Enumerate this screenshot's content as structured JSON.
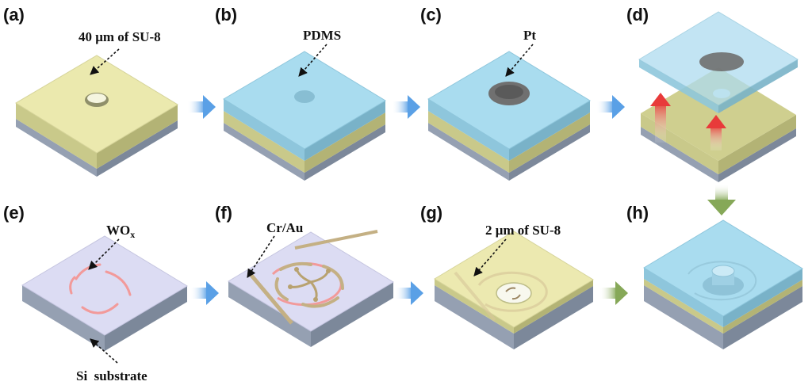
{
  "panels": [
    {
      "id": "a",
      "label": "(a)"
    },
    {
      "id": "b",
      "label": "(b)"
    },
    {
      "id": "c",
      "label": "(c)"
    },
    {
      "id": "d",
      "label": "(d)"
    },
    {
      "id": "e",
      "label": "(e)"
    },
    {
      "id": "f",
      "label": "(f)"
    },
    {
      "id": "g",
      "label": "(g)"
    },
    {
      "id": "h",
      "label": "(h)"
    }
  ],
  "annotations": {
    "su8_thick": "40 μm of SU-8",
    "pdms": "PDMS",
    "pt": "Pt",
    "wox_main": "WO",
    "wox_sub": "x",
    "si_substrate": "Si  substrate",
    "cr_au": "Cr/Au",
    "su8_thin": "2 μm of SU-8"
  },
  "colors": {
    "si_top": "#d9d9f2",
    "si_side": "#8a96a8",
    "su8": "#e8e7a6",
    "pdms": "#9fd6ec",
    "pt": "#6b6b6b",
    "wox": "#f2a0a0",
    "cr_au": "#c8b48a",
    "arrow_blue": "#6aaae6",
    "arrow_green": "#8fb060",
    "lift_red": "#e84040"
  }
}
